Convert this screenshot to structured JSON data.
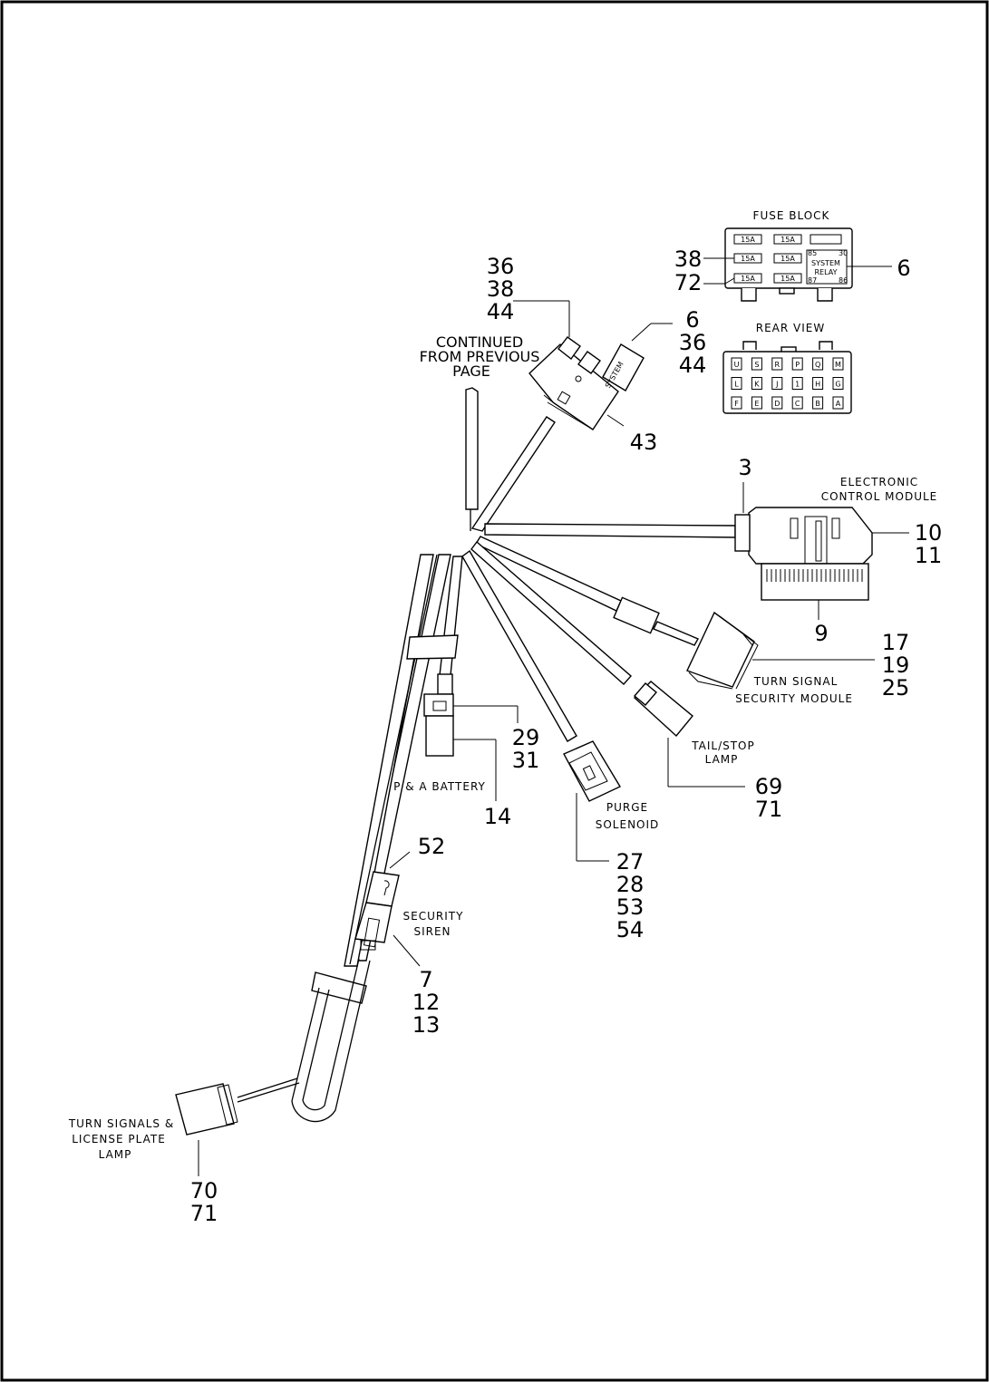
{
  "fuse_block": {
    "title": "FUSE BLOCK",
    "fuse_ratings": [
      "15A",
      "15A",
      "15A",
      "15A",
      "15A",
      "15A"
    ],
    "relay_pins": [
      "85",
      "30",
      "87",
      "86"
    ],
    "relay_label_1": "SYSTEM",
    "relay_label_2": "RELAY",
    "callouts_left": [
      "38",
      "72"
    ],
    "callout_right": "6"
  },
  "rear_view": {
    "title": "REAR VIEW",
    "row1": [
      "U",
      "S",
      "R",
      "P",
      "Q",
      "M"
    ],
    "row2": [
      "L",
      "K",
      "J",
      "1",
      "H",
      "G"
    ],
    "row3": [
      "F",
      "E",
      "D",
      "C",
      "B",
      "A"
    ]
  },
  "connector_top": {
    "callouts_a": [
      "36",
      "38",
      "44"
    ],
    "callouts_b": [
      "6",
      "36",
      "44"
    ],
    "callout_c": "43",
    "system_text": "SYSTEM"
  },
  "continued": {
    "line1": "CONTINUED",
    "line2": "FROM PREVIOUS",
    "line3": "PAGE"
  },
  "ecm": {
    "label_line1": "ELECTRONIC",
    "label_line2": "CONTROL MODULE",
    "callout_top": "3",
    "callouts_right": [
      "10",
      "11"
    ],
    "callout_bottom": "9"
  },
  "turn_signal_module": {
    "label_line1": "TURN SIGNAL",
    "label_line2": "SECURITY MODULE",
    "callouts": [
      "17",
      "19",
      "25"
    ]
  },
  "tail_stop": {
    "label_line1": "TAIL/STOP",
    "label_line2": "LAMP",
    "callouts": [
      "69",
      "71"
    ]
  },
  "purge": {
    "label_line1": "PURGE",
    "label_line2": "SOLENOID",
    "callouts": [
      "27",
      "28",
      "53",
      "54"
    ]
  },
  "pa_battery": {
    "label": "P & A BATTERY",
    "callouts": [
      "29",
      "31"
    ],
    "callout_lower": "14"
  },
  "siren": {
    "label_line1": "SECURITY",
    "label_line2": "SIREN",
    "callout_top": "52",
    "callouts": [
      "7",
      "12",
      "13"
    ]
  },
  "turn_signals": {
    "label_line1": "TURN SIGNALS &",
    "label_line2": "LICENSE PLATE",
    "label_line3": "LAMP",
    "callouts": [
      "70",
      "71"
    ]
  }
}
